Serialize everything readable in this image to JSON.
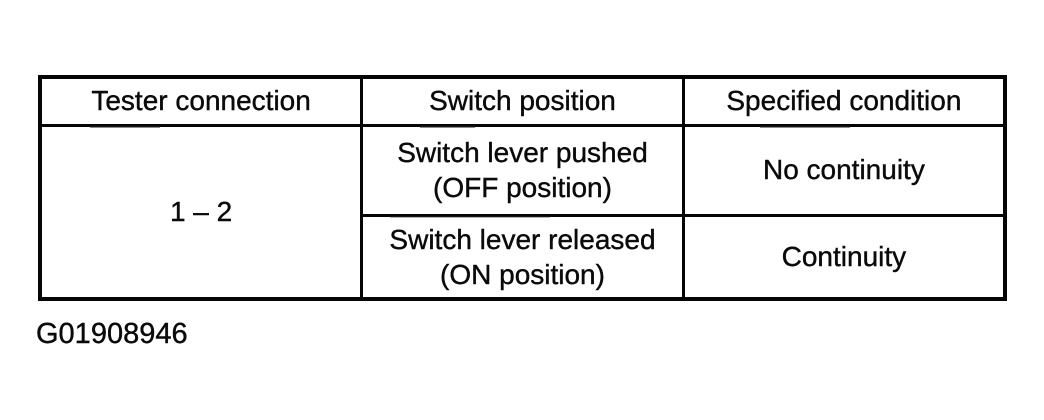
{
  "table": {
    "headers": {
      "tester_connection": "Tester connection",
      "switch_position": "Switch position",
      "specified_condition": "Specified condition"
    },
    "tester_connection_value": "1 – 2",
    "rows": [
      {
        "switch_position_line1": "Switch lever pushed",
        "switch_position_line2": "(OFF position)",
        "specified_condition": "No continuity"
      },
      {
        "switch_position_line1": "Switch lever released",
        "switch_position_line2": "(ON position)",
        "specified_condition": "Continuity"
      }
    ]
  },
  "figure_id": "G01908946",
  "colors": {
    "ink": "#0a0a0a",
    "background": "#ffffff"
  }
}
